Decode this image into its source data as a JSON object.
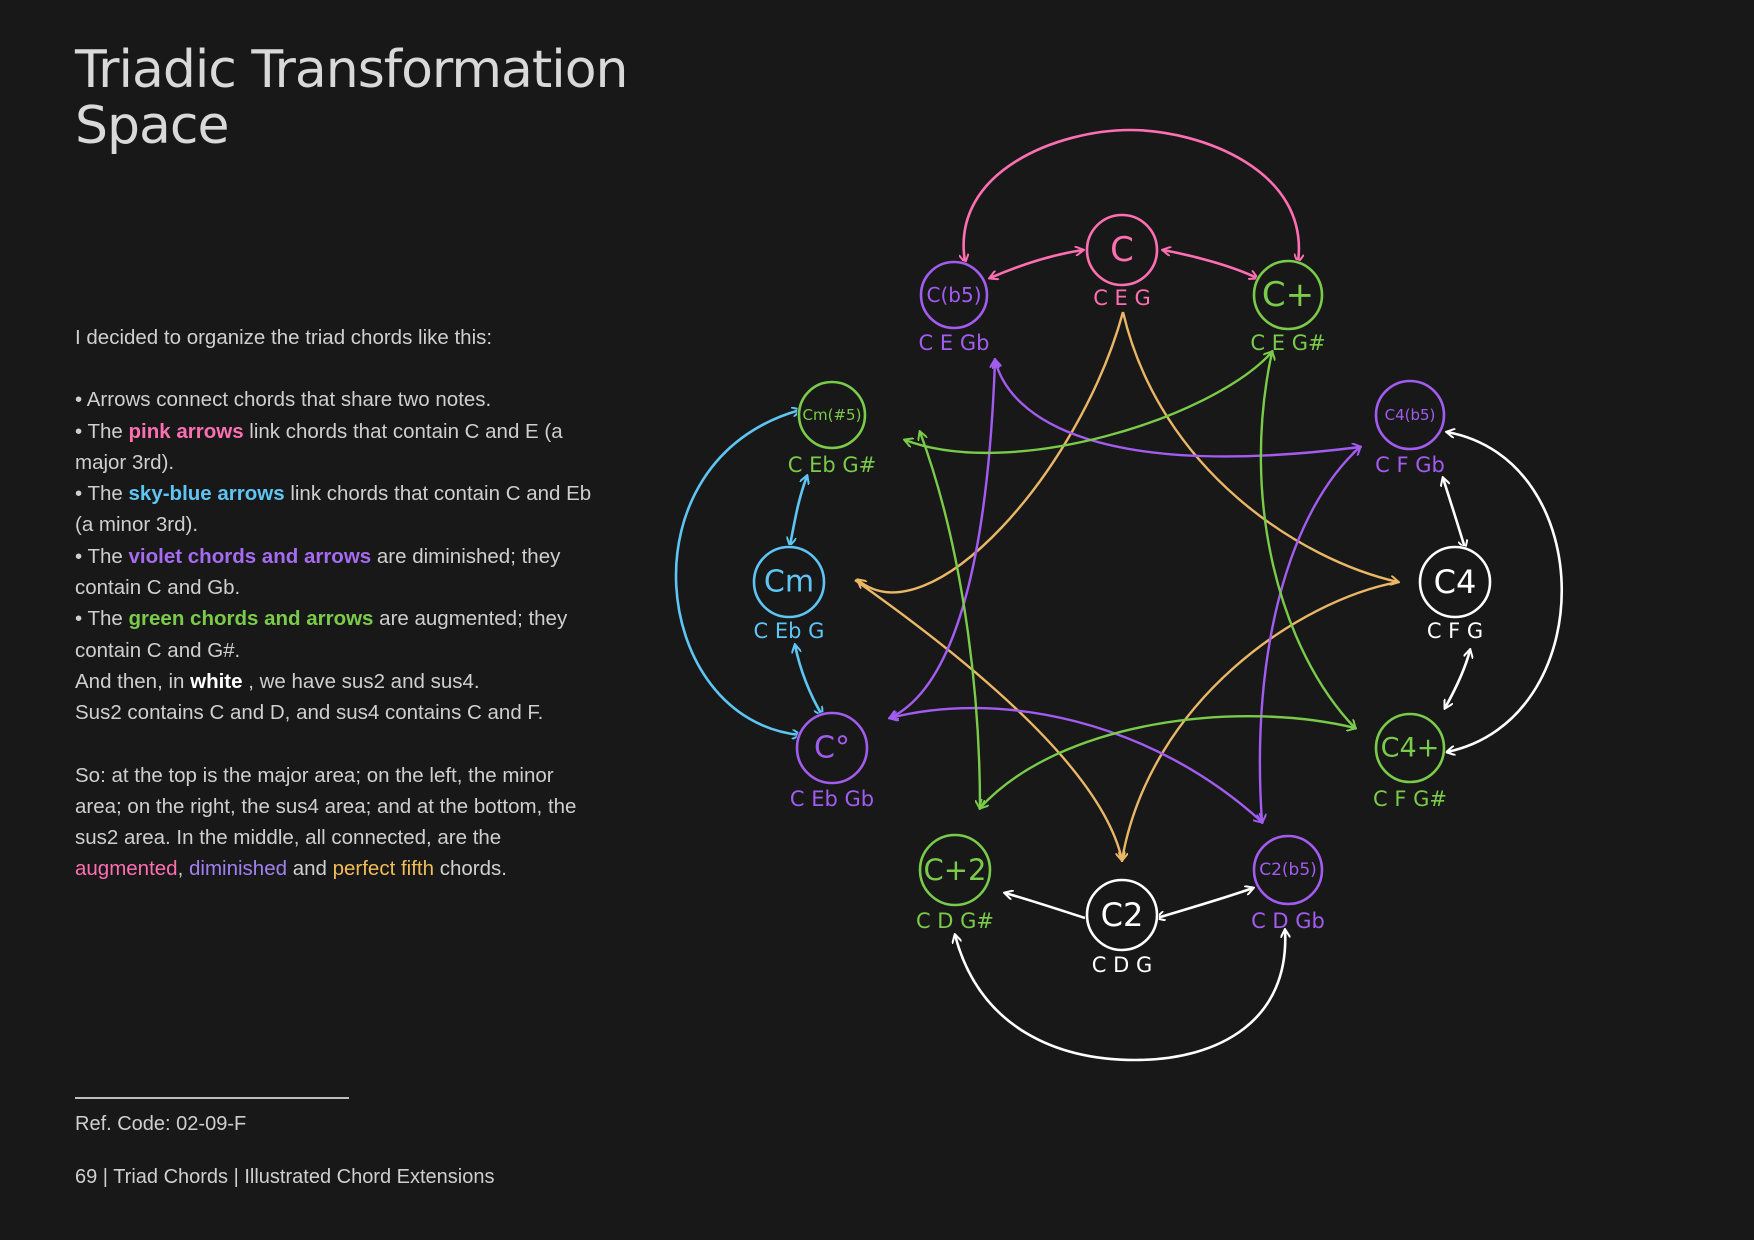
{
  "title_line1": "Triadic Transformation",
  "title_line2": "Space",
  "body": {
    "intro": "I decided to organize the triad chords like this:",
    "b1": "• Arrows connect chords that share two notes.",
    "b2_pre": "• The ",
    "b2_hl": "pink arrows",
    "b2_post": " link chords that contain C and E (a major 3rd).",
    "b3_pre": "• The ",
    "b3_hl": "sky-blue arrows",
    "b3_post": " link chords that contain C and Eb (a minor 3rd).",
    "b4_pre": "• The ",
    "b4_hl": "violet chords and arrows",
    "b4_post": " are diminished; they contain C and Gb.",
    "b5_pre": "• The ",
    "b5_hl": "green chords and arrows",
    "b5_post": " are augmented; they contain C and G#.",
    "l6_pre": "And then, in ",
    "l6_hl": "white",
    "l6_post": " , we have sus2 and sus4.",
    "l7": "Sus2 contains C and D, and sus4 contains C and F.",
    "p2": "So: at the top is the major area; on the left, the minor area; on the right, the sus4 area; and at the bottom, the sus2 area. In the middle, all connected, are the ",
    "p2_aug": "augmented",
    "p2_sep": ", ",
    "p2_dim": "diminished",
    "p2_and": " and ",
    "p2_fifth": "perfect fifth",
    "p2_end": " chords."
  },
  "ref_code": "Ref. Code:  02-09-F",
  "footer": "69 | Triad Chords | Illustrated Chord Extensions",
  "colors": {
    "pink": "#ff6fb1",
    "sky": "#5ec5f5",
    "violet": "#a35cf0",
    "green": "#7acb4a",
    "white": "#ffffff",
    "orange": "#e9b766"
  },
  "nodes": [
    {
      "id": "C",
      "name": "C",
      "notes": "C E G",
      "color": "pink"
    },
    {
      "id": "Cb5",
      "name": "C(b5)",
      "notes": "C E Gb",
      "color": "violet"
    },
    {
      "id": "Caug",
      "name": "C+",
      "notes": "C E G#",
      "color": "green"
    },
    {
      "id": "Cmaug",
      "name": "Cm(#5)",
      "notes": "C Eb G#",
      "color": "green"
    },
    {
      "id": "Cm",
      "name": "Cm",
      "notes": "C Eb G",
      "color": "sky"
    },
    {
      "id": "Cdim",
      "name": "C°",
      "notes": "C Eb Gb",
      "color": "violet"
    },
    {
      "id": "C4b5",
      "name": "C4(b5)",
      "notes": "C F Gb",
      "color": "violet"
    },
    {
      "id": "C4",
      "name": "C4",
      "notes": "C F G",
      "color": "white"
    },
    {
      "id": "C4aug",
      "name": "C4+",
      "notes": "C F G#",
      "color": "green"
    },
    {
      "id": "C2aug",
      "name": "C+2",
      "notes": "C D G#",
      "color": "green"
    },
    {
      "id": "C2",
      "name": "C2",
      "notes": "C D G",
      "color": "white"
    },
    {
      "id": "C2b5",
      "name": "C2(b5)",
      "notes": "C D Gb",
      "color": "violet"
    }
  ]
}
